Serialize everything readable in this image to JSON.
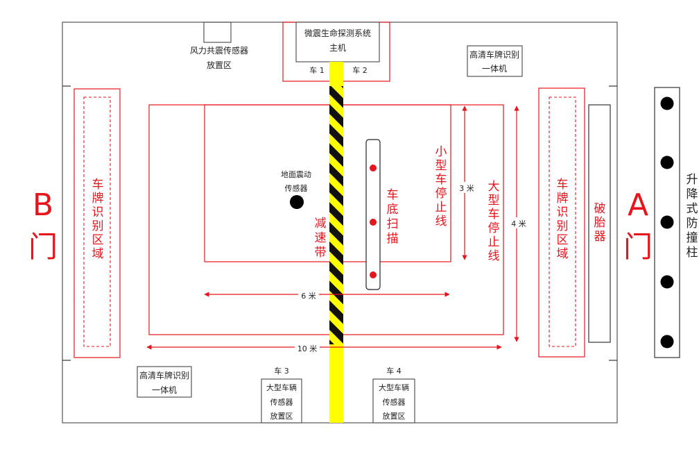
{
  "labels": {
    "host_line1": "微震生命探测系统",
    "host_line2": "主机",
    "wind_line1": "风力共震传感器",
    "wind_line2": "放置区",
    "hd_top_line1": "高清车牌识别",
    "hd_top_line2": "一体机",
    "hd_bottom_line1": "高清车牌识别",
    "hd_bottom_line2": "一体机",
    "car1": "车 1",
    "car2": "车 2",
    "car3": "车 3",
    "car4": "车 4",
    "big_sensor_line1": "大型车辆",
    "big_sensor_line2": "传感器",
    "big_sensor_line3": "放置区",
    "ground_sensor_line1": "地面震动",
    "ground_sensor_line2": "传感器",
    "speed_bump": "减速带",
    "underbody_scan": "车底扫描",
    "small_stop": "小型车停止线",
    "large_stop": "大型车停止线",
    "plate_zone": "车牌识别区域",
    "tire_breaker": "破胎器",
    "bollard": "升降式防撞柱",
    "gate_b_letter": "B",
    "gate_b_char": "门",
    "gate_a_letter": "A",
    "gate_a_char": "门",
    "dim_3m": "3 米",
    "dim_4m": "4 米",
    "dim_6m": "6 米",
    "dim_10m": "10 米"
  },
  "colors": {
    "red": "#e8141c",
    "black": "#222222",
    "yellow": "#ffff00",
    "gray_line": "#555555"
  }
}
